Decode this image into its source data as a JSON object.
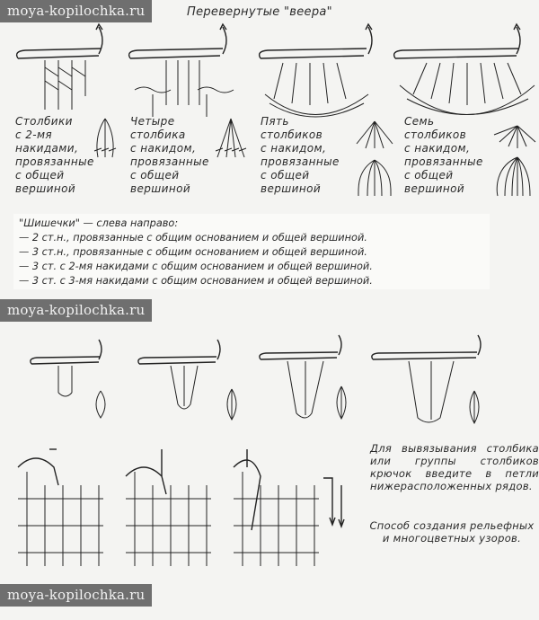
{
  "watermark": "moya-kopilochka.ru",
  "fans": {
    "title": "Перевернутые \"веера\"",
    "captions": [
      "Столбики\nс 2-мя\nнакидами,\nпровязанные\nс общей\nвершиной",
      "Четыре\nстолбика\nс накидом,\nпровязанные\nс общей\nвершиной",
      "Пять\nстолбиков\nс накидом,\nпровязанные\nс общей\nвершиной",
      "Семь\nстолбиков\nс накидом,\nпровязанные\nс общей\nвершиной"
    ]
  },
  "bobbles": {
    "heading": "\"Шишечки\" — слева направо:",
    "lines": [
      "— 2 ст.н., провязанные с общим основанием и общей вершиной.",
      "— 3 ст.н., провязанные с общим основанием и общей вершиной.",
      "— 3 ст. с 2-мя накидами с общим основанием и общей вершиной.",
      "— 3 ст. с 3-мя накидами с общим основанием и общей вершиной."
    ]
  },
  "relief": {
    "instruction": "Для вывязывания столбика или группы столбиков крючок введите в петли нижерасположенных рядов.",
    "caption": "Способ создания рельефных и многоцветных узоров."
  }
}
